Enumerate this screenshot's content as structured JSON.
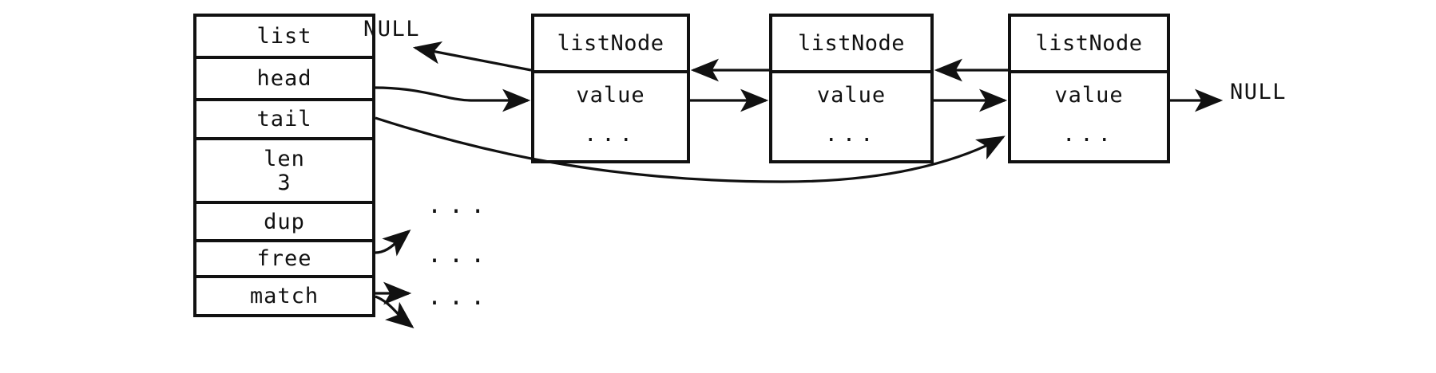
{
  "diagram": {
    "title": "redis list (adlist) doubly linked list structure",
    "type": "data-structure-diagram",
    "ink_color": "#111111",
    "background": "#ffffff"
  },
  "struct": {
    "name": "list",
    "rows": [
      {
        "key": "list",
        "value": ""
      },
      {
        "key": "head",
        "value": ""
      },
      {
        "key": "tail",
        "value": ""
      },
      {
        "key": "len",
        "value": "3"
      },
      {
        "key": "dup",
        "value": ""
      },
      {
        "key": "free",
        "value": ""
      },
      {
        "key": "match",
        "value": ""
      }
    ]
  },
  "nodes": [
    {
      "type": "listNode",
      "value_label": "value",
      "ellipsis": "..."
    },
    {
      "type": "listNode",
      "value_label": "value",
      "ellipsis": "..."
    },
    {
      "type": "listNode",
      "value_label": "value",
      "ellipsis": "..."
    }
  ],
  "labels": {
    "null_left": "NULL",
    "null_right": "NULL",
    "dup_target": "...",
    "free_target": "...",
    "match_target": "..."
  },
  "edges": [
    {
      "name": "head-to-node1",
      "from": "struct.head",
      "to": "node1.value",
      "style": "curve-arrow"
    },
    {
      "name": "tail-to-node3",
      "from": "struct.tail",
      "to": "node3.value",
      "style": "curve-arrow"
    },
    {
      "name": "node1-prev-null",
      "from": "node1.prev",
      "to": "null_left",
      "style": "line-arrow"
    },
    {
      "name": "node1-next-node2",
      "from": "node1.next",
      "to": "node2",
      "style": "line-arrow"
    },
    {
      "name": "node2-prev-node1",
      "from": "node2.prev",
      "to": "node1",
      "style": "line-arrow"
    },
    {
      "name": "node2-next-node3",
      "from": "node2.next",
      "to": "node3",
      "style": "line-arrow"
    },
    {
      "name": "node3-prev-node2",
      "from": "node3.prev",
      "to": "node2",
      "style": "line-arrow"
    },
    {
      "name": "node3-next-null",
      "from": "node3.next",
      "to": "null_right",
      "style": "line-arrow"
    },
    {
      "name": "dup-to-dots",
      "from": "struct.dup",
      "to": "dup_target",
      "style": "curve-arrow"
    },
    {
      "name": "free-to-dots",
      "from": "struct.free",
      "to": "free_target",
      "style": "line-arrow"
    },
    {
      "name": "match-to-dots",
      "from": "struct.match",
      "to": "match_target",
      "style": "curve-arrow"
    }
  ]
}
